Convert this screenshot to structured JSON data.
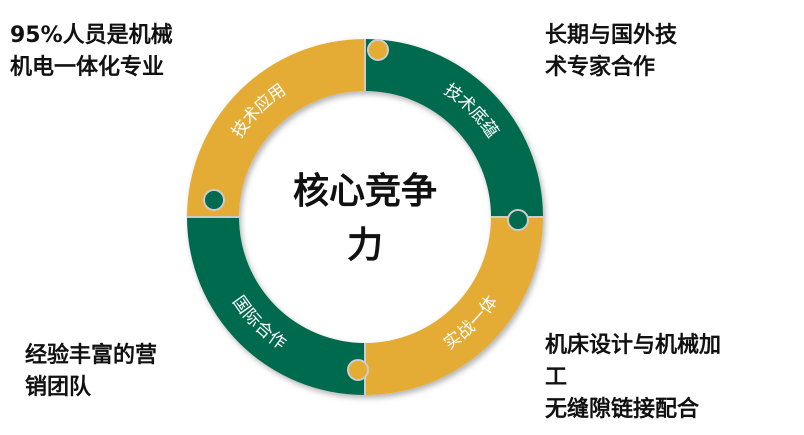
{
  "center_title": "核心竞争力",
  "colors": {
    "gold": "#E5AC34",
    "green": "#036A4F"
  },
  "segments": [
    {
      "label": "技术应用",
      "color": "gold"
    },
    {
      "label": "技术底蕴",
      "color": "green"
    },
    {
      "label": "实战一体",
      "color": "gold"
    },
    {
      "label": "国际合作",
      "color": "green"
    }
  ],
  "notes": {
    "top_left": [
      "95%人员是机械",
      "机电一体化专业"
    ],
    "top_right": [
      "长期与国外技",
      "术专家合作"
    ],
    "bottom_left": [
      "经验丰富的营",
      "销团队"
    ],
    "bottom_right": [
      "机床设计与机械加",
      "工",
      "无缝隙链接配合"
    ]
  }
}
